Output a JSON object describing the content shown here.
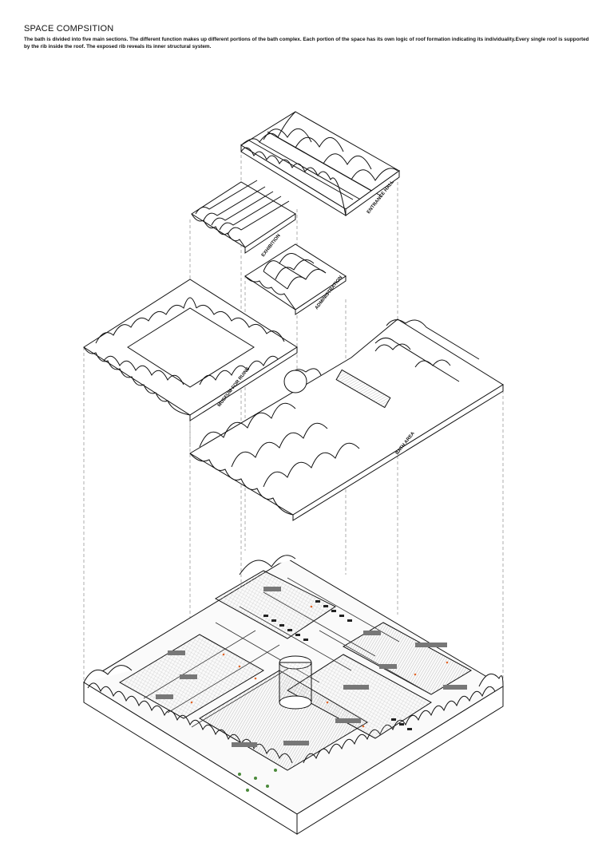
{
  "header": {
    "title": "SPACE COMPSITION",
    "description": "The bath is divided into five main sections. The different function makes up different portions of the bath complex. Each portion of the space has its own logic of roof formation indicating its individuality.Every single roof is supported by the rib inside the roof. The exposed rib reveals its inner structural system."
  },
  "roof_labels": {
    "entrance": "ENTRANCE HALL",
    "exhibition": "EXHIBITION",
    "administration": "ADMINISTRATION",
    "museum": "MUSEUM FOR RUINS",
    "bath": "BATH AREA"
  }
}
